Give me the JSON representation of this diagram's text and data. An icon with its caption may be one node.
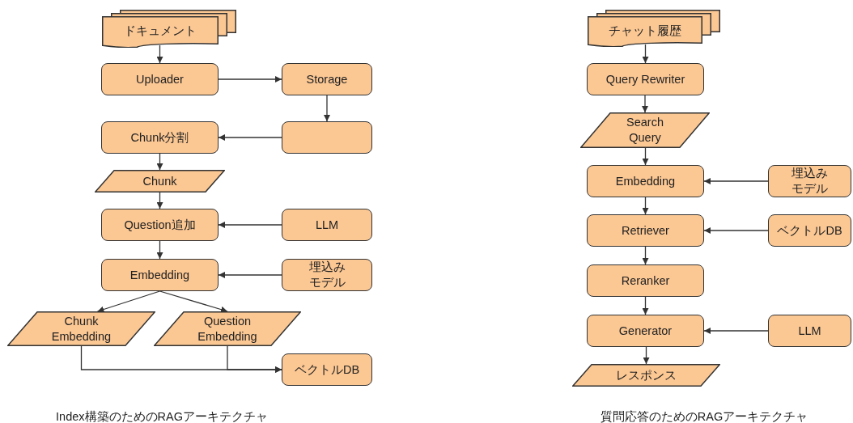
{
  "diagram": {
    "nodes": [
      {
        "text": [
          "ドキュメント"
        ]
      },
      {
        "text": [
          "Uploader"
        ]
      },
      {
        "text": [
          "Storage"
        ]
      },
      {
        "text": [],
        "shape": "box"
      },
      {
        "text": [
          "Chunk分割"
        ]
      },
      {
        "text": [
          "Chunk"
        ]
      },
      {
        "text": [
          "Question追加"
        ]
      },
      {
        "text": [
          "LLM"
        ]
      },
      {
        "text": [
          "Embedding"
        ]
      },
      {
        "text": [
          "埋込みモデル"
        ]
      },
      {
        "text": [
          "Chunk Embedding"
        ]
      },
      {
        "text": [
          "Question Embedding"
        ]
      },
      {
        "text": [
          "ベクトルDB"
        ]
      },
      {
        "text": [
          "チャット履歴"
        ]
      },
      {
        "text": [
          "Query Rewriter"
        ]
      },
      {
        "text": [
          "Search Query"
        ]
      },
      {
        "text": [
          "Embedding"
        ]
      },
      {
        "text": [
          "埋込みモデル"
        ]
      },
      {
        "text": [
          "Retriever"
        ]
      },
      {
        "text": [
          "ベクトルDB"
        ]
      },
      {
        "text": [
          "Reranker"
        ]
      },
      {
        "text": [
          "Generator"
        ]
      },
      {
        "text": [
          "LLM"
        ]
      },
      {
        "text": [
          "レスポンス"
        ]
      }
    ],
    "edges": [
      {
        "from": 0,
        "to": 1,
        "arrow": "to"
      },
      {
        "from": 1,
        "to": 2,
        "arrow": "to"
      },
      {
        "from": 2,
        "to": 3,
        "arrow": "to"
      },
      {
        "from": 3,
        "to": 4,
        "arrow": "to"
      },
      {
        "from": 4,
        "to": 5,
        "arrow": "to"
      },
      {
        "from": 5,
        "to": 6,
        "arrow": "to"
      },
      {
        "from": 7,
        "to": 6,
        "arrow": "to"
      },
      {
        "from": 6,
        "to": 8,
        "arrow": "to"
      },
      {
        "from": 9,
        "to": 8,
        "arrow": "to"
      },
      {
        "from": 8,
        "to": 10,
        "arrow": "to"
      },
      {
        "from": 8,
        "to": 11,
        "arrow": "to"
      },
      {
        "from": 10,
        "to": 12,
        "arrow": "to"
      },
      {
        "from": 11,
        "to": 12,
        "arrow": "to"
      },
      {
        "from": 13,
        "to": 14,
        "arrow": "to"
      },
      {
        "from": 14,
        "to": 15,
        "arrow": "to"
      },
      {
        "from": 15,
        "to": 16,
        "arrow": "to"
      },
      {
        "from": 17,
        "to": 16,
        "arrow": "to"
      },
      {
        "from": 16,
        "to": 18,
        "arrow": "to"
      },
      {
        "from": 19,
        "to": 18,
        "arrow": "to"
      },
      {
        "from": 18,
        "to": 20,
        "arrow": "to"
      },
      {
        "from": 20,
        "to": 21,
        "arrow": "to"
      },
      {
        "from": 22,
        "to": 21,
        "arrow": "to"
      },
      {
        "from": 21,
        "to": 23,
        "arrow": "to"
      }
    ],
    "labels": [
      "Index構築のためのRAGアーキテクチャ",
      "質問応答のためのRAGアーキテクチャ"
    ]
  }
}
